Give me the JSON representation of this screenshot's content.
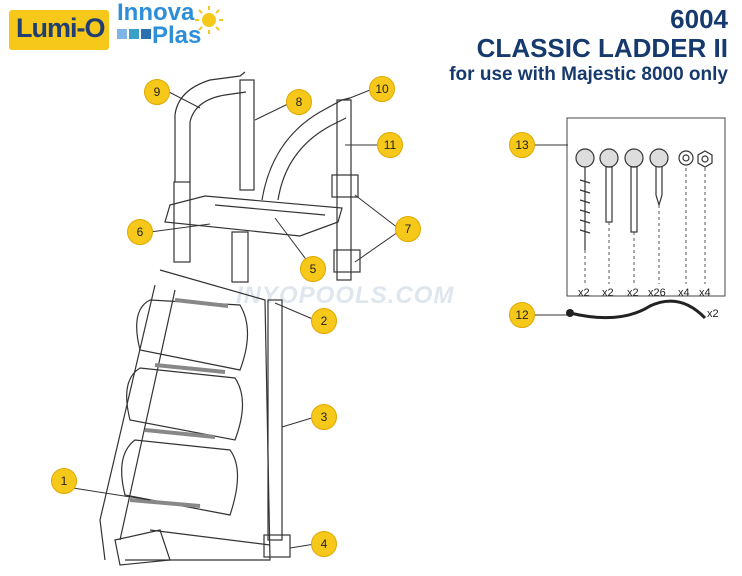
{
  "header": {
    "part_number": "6004",
    "title": "CLASSIC LADDER II",
    "subtitle": "for use with Majestic 8000 only"
  },
  "logos": {
    "lumi": "Lumi-O",
    "innova": "Innova",
    "plas": "Plas"
  },
  "watermark": "INYOPOOLS.COM",
  "callouts": [
    "1",
    "2",
    "3",
    "4",
    "5",
    "6",
    "7",
    "8",
    "9",
    "10",
    "11",
    "12",
    "13"
  ],
  "hardware_quantities": [
    "x2",
    "x2",
    "x2",
    "x26",
    "x4",
    "x4"
  ],
  "cable_quantity": "x2",
  "colors": {
    "callout": "#f5c81a",
    "title": "#173a6e",
    "logo_blue": "#2e8fd8",
    "logo_yellow": "#f5c81a"
  }
}
